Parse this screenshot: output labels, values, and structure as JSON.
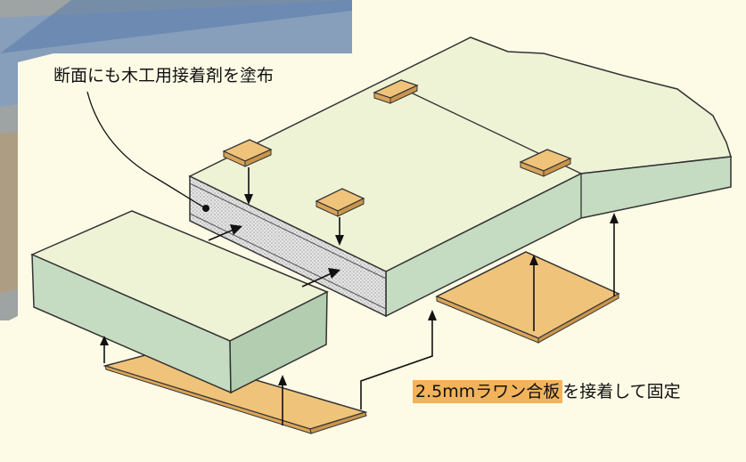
{
  "annotations": {
    "top_label": "断面にも木工用接着剤を塗布",
    "bottom_label_highlight": "2.5mmラワン合板",
    "bottom_label_rest": "を接着して固定"
  },
  "colors": {
    "board_top": "#eef3d6",
    "board_side": "#c6dcc2",
    "board_end": "#b2cdb0",
    "plywood": "#f0c37a",
    "plywood_light": "#f6d69c",
    "adhesive": "#e3e3e3",
    "background": "#fdfbe6",
    "highlight": "#f2b35c"
  }
}
